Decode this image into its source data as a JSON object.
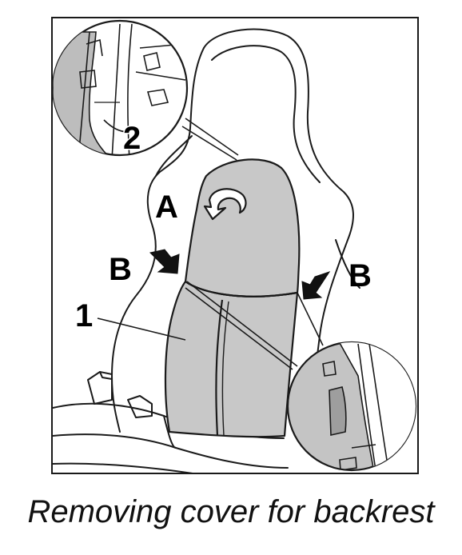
{
  "labels": {
    "label_a": "A",
    "label_b_left": "B",
    "label_b_right": "B",
    "label_1": "1",
    "label_2": "2"
  },
  "caption": "Removing cover for backrest",
  "colors": {
    "line": "#1a1a1a",
    "cover_fill": "#c8c8c8",
    "cover_fill_dark": "#b9b9b9",
    "background": "#ffffff"
  }
}
